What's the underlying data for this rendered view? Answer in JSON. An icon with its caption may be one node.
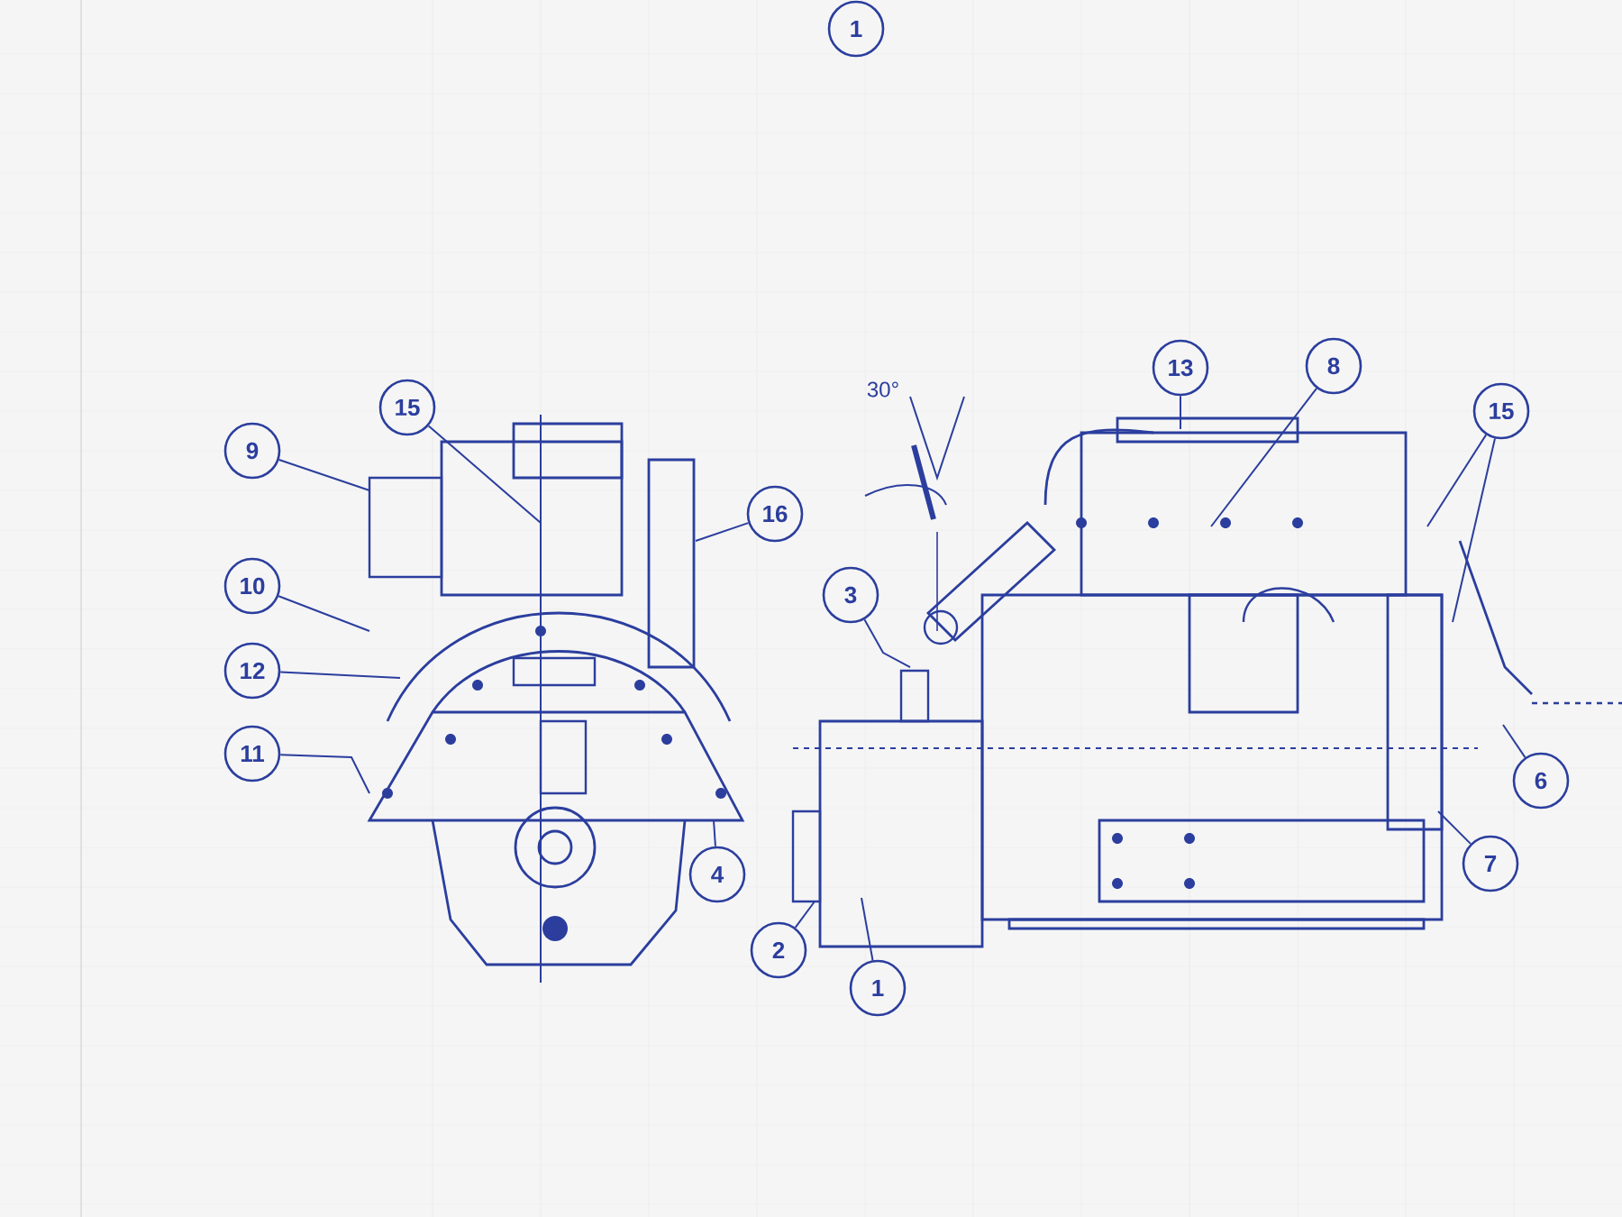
{
  "diagram": {
    "nodes": [
      {
        "text": [
          "1"
        ]
      },
      {
        "text": [
          "15"
        ]
      },
      {
        "text": [
          "9"
        ]
      },
      {
        "text": [
          "10"
        ]
      },
      {
        "text": [
          "12"
        ]
      },
      {
        "text": [
          "11"
        ]
      },
      {
        "text": [
          "16"
        ]
      },
      {
        "text": [
          "4"
        ]
      },
      {
        "text": [
          "13"
        ]
      },
      {
        "text": [
          "8"
        ]
      },
      {
        "text": [
          "15"
        ]
      },
      {
        "text": [
          "3"
        ]
      },
      {
        "text": [
          "6"
        ]
      },
      {
        "text": [
          "7"
        ]
      },
      {
        "text": [
          "2"
        ]
      },
      {
        "text": [
          "1"
        ]
      }
    ],
    "edges": [
      {
        "from": 1,
        "to": null,
        "arrow": "none"
      },
      {
        "from": 2,
        "to": null,
        "arrow": "none"
      },
      {
        "from": 3,
        "to": null,
        "arrow": "none"
      },
      {
        "from": 4,
        "to": null,
        "arrow": "none"
      },
      {
        "from": 5,
        "to": null,
        "arrow": "none"
      },
      {
        "from": 6,
        "to": null,
        "arrow": "none"
      },
      {
        "from": 7,
        "to": null,
        "arrow": "none"
      },
      {
        "from": 8,
        "to": null,
        "arrow": "none"
      },
      {
        "from": 9,
        "to": null,
        "arrow": "none"
      },
      {
        "from": 10,
        "to": null,
        "arrow": "none"
      },
      {
        "from": 10,
        "to": null,
        "arrow": "none"
      },
      {
        "from": 11,
        "to": null,
        "arrow": "none"
      },
      {
        "from": 12,
        "to": null,
        "arrow": "none"
      },
      {
        "from": 13,
        "to": null,
        "arrow": "none"
      },
      {
        "from": 14,
        "to": null,
        "arrow": "none"
      },
      {
        "from": 15,
        "to": null,
        "arrow": "none"
      }
    ],
    "labels": [
      "30°"
    ]
  }
}
